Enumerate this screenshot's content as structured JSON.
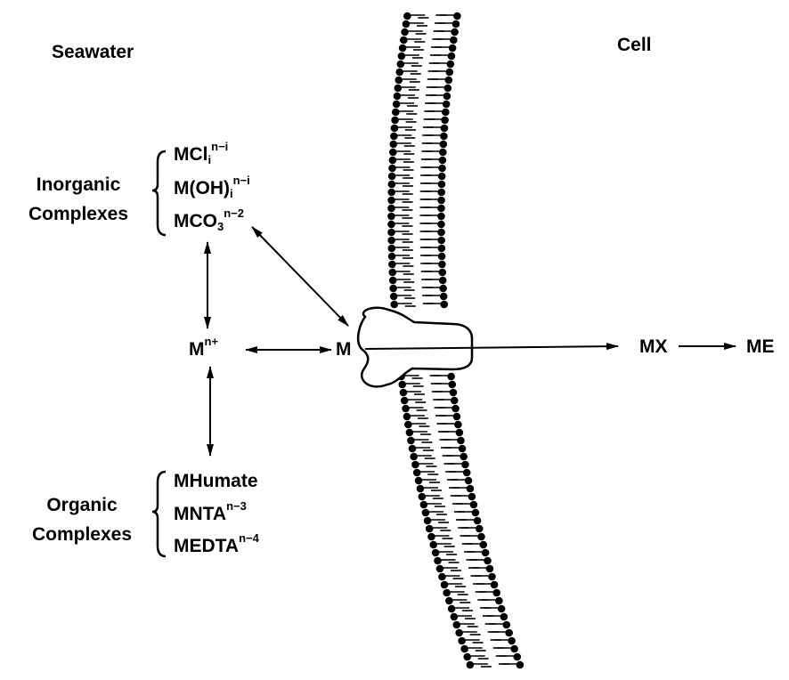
{
  "headers": {
    "seawater": "Seawater",
    "cell": "Cell"
  },
  "inorganic": {
    "label_line1": "Inorganic",
    "label_line2": "Complexes",
    "items": [
      {
        "base": "MCl",
        "sub": "i",
        "sup": "n−i"
      },
      {
        "base": "M(OH)",
        "sub": "i",
        "sup": "n−i"
      },
      {
        "base": "MCO",
        "sub": "3",
        "sup": "n−2"
      }
    ]
  },
  "organic": {
    "label_line1": "Organic",
    "label_line2": "Complexes",
    "items": [
      {
        "base": "MHumate",
        "sub": "",
        "sup": ""
      },
      {
        "base": "MNTA",
        "sub": "",
        "sup": "n−3"
      },
      {
        "base": "MEDTA",
        "sub": "",
        "sup": "n−4"
      }
    ]
  },
  "center": {
    "base": "M",
    "sup": "n+"
  },
  "transporter": {
    "label": "M"
  },
  "products": {
    "mx": "MX",
    "me": "ME"
  }
}
